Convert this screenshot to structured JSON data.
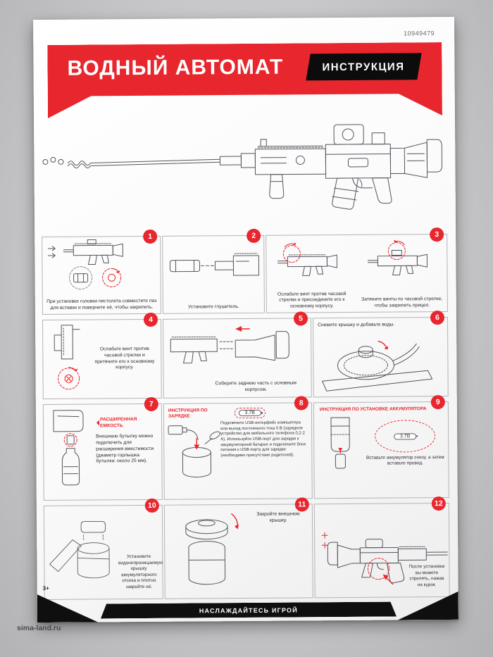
{
  "meta": {
    "serial": "10949479",
    "site": "sima-land.ru",
    "age": "3+"
  },
  "header": {
    "title": "ВОДНЫЙ АВТОМАТ",
    "badge": "ИНСТРУКЦИЯ"
  },
  "footer": {
    "banner": "НАСЛАЖДАЙТЕСЬ ИГРОЙ"
  },
  "colors": {
    "accent_red": "#e8262e",
    "band_black": "#0f0f0f",
    "paper": "#fcfcfc",
    "backdrop": "#c7c7c9"
  },
  "steps": [
    {
      "num": "1",
      "text": "При установке головки пистолета совместите паз для вставки и поверните её, чтобы закрепить."
    },
    {
      "num": "2",
      "text": "Установите глушитель."
    },
    {
      "num": "3",
      "text_a": "Ослабьте винт против часовой стрелки и присоедините его к основному корпусу.",
      "text_b": "Затяните винты по часовой стрелке, чтобы закрепить прицел."
    },
    {
      "num": "4",
      "text": "Ослабьте винт против часовой стрелки и притяните его к основному корпусу."
    },
    {
      "num": "5",
      "text": "Соберите заднюю часть с основным корпусом."
    },
    {
      "num": "6",
      "text": "Снимите крышку и добавьте воды."
    },
    {
      "num": "7",
      "label": "РАСШИРЕННАЯ ЕМКОСТЬ",
      "text": "Внешнюю бутылку можно подключить для расширения вместимости (диаметр горлышка бутылки: около 25 мм)."
    },
    {
      "num": "8",
      "heading": "ИНСТРУКЦИЯ ПО ЗАРЯДКЕ",
      "battery": "3.7В",
      "text": "Подключите USB-интерфейс компьютера или выход постоянного тока 5 В (зарядное устройство для мобильного телефона 0,2-2 А). Используйте USB-порт для зарядки к аккумуляторной батарее и подключите блок питания к USB-порту для зарядки (необходимо присутствие родителей)."
    },
    {
      "num": "9",
      "heading": "ИНСТРУКЦИЯ ПО УСТАНОВКЕ АККУМУЛЯТОРА",
      "battery": "3.7В",
      "text": "Вставьте аккумулятор снизу, а затем вставьте провод."
    },
    {
      "num": "10",
      "text": "Установите водонепроницаемую крышку аккумуляторного отсека и плотно закройте её."
    },
    {
      "num": "11",
      "text": "Закройте внешнюю крышку."
    },
    {
      "num": "12",
      "text": "После установки вы можете стрелять, нажав на курок."
    }
  ]
}
